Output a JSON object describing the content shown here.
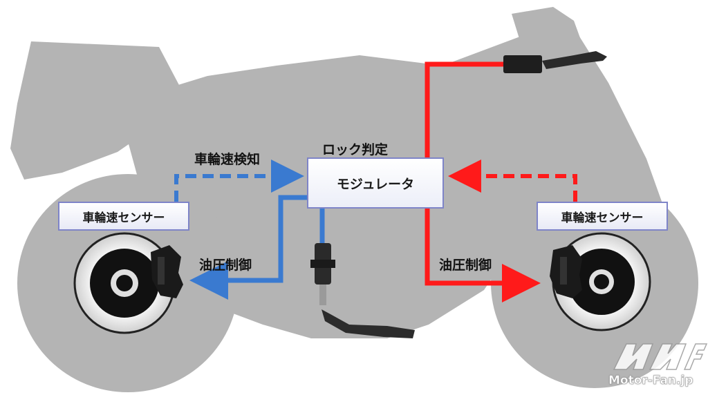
{
  "modulator": {
    "label": "モジュレータ"
  },
  "lock_judgment": {
    "label": "ロック判定"
  },
  "wheel_speed_detection": {
    "label": "車輪速検知"
  },
  "sensor_left": {
    "label": "車輪速センサー"
  },
  "sensor_right": {
    "label": "車輪速センサー"
  },
  "hydraulic_left": {
    "label": "油圧制御"
  },
  "hydraulic_right": {
    "label": "油圧制御"
  },
  "watermark": {
    "text": "Motor-Fan.jp"
  },
  "colors": {
    "bike_silhouette": "#b4b4b4",
    "front_line": "#ff1a1a",
    "rear_line": "#3a7ad0",
    "box_border": "#7e84c8"
  }
}
